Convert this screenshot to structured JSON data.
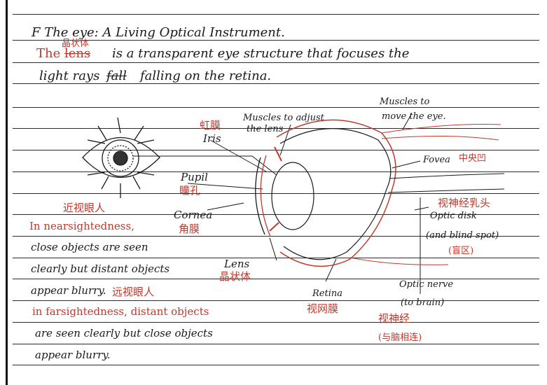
{
  "title": "F The eye: A Living Optical Instrument.",
  "intro": {
    "line1_start": "The",
    "lens_word": "lens",
    "lens_cn": "晶状体",
    "line1_rest": "is a transparent eye structure that focuses the",
    "line2_before": "light rays",
    "line2_strike": "fall",
    "line2_after": "falling on the retina."
  },
  "labels": {
    "iris_cn": "虹膜",
    "iris": "Iris",
    "muscles_lens": "Muscles to adjust",
    "muscles_lens_2": "the lens",
    "muscles_eye": "Muscles to",
    "muscles_eye_2": "move the eye.",
    "fovea": "Fovea",
    "fovea_cn": "中央凹",
    "pupil": "Pupil",
    "pupil_cn": "瞳孔",
    "cornea": "Cornea",
    "cornea_cn": "角膜",
    "optic_disk_cn": "视神经乳头",
    "optic_disk": "Optic disk",
    "blind_spot": "(and blind spot)",
    "blind_spot_cn": "(盲区)",
    "lens": "Lens",
    "lens_cn": "晶状体",
    "retina": "Retina",
    "retina_cn": "视网膜",
    "optic_nerve": "Optic nerve",
    "to_brain": "(to brain)",
    "optic_nerve_cn": "视神经",
    "optic_nerve_cn2": "(与脑相连)"
  },
  "notes": {
    "near_cn": "近视眼人",
    "near_1": "In nearsightedness,",
    "near_2": "close objects are seen",
    "near_3": "clearly but distant objects",
    "near_4": "appear blurry.",
    "far_cn": "远视眼人",
    "far_1": "in farsightedness, distant objects",
    "far_2": "are seen clearly but close objects",
    "far_3": "appear blurry."
  },
  "colors": {
    "ink": "#1a1a1a",
    "red_ink": "#c0392b",
    "paper": "#ffffff"
  }
}
